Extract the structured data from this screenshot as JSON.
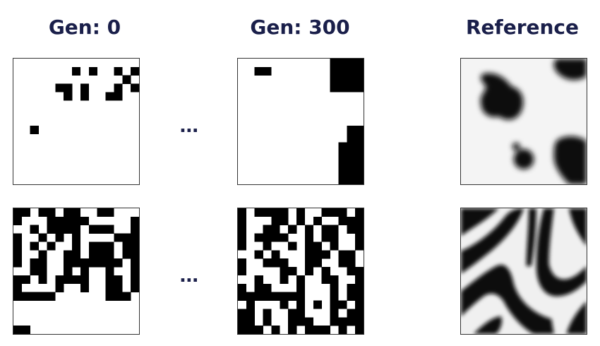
{
  "columns": {
    "gen0": "Gen: 0",
    "gen300": "Gen: 300",
    "reference": "Reference"
  },
  "ellipsis": "...",
  "rows": [
    {
      "gen0": [
        "000000000000000",
        "000000010100101",
        "000000000000010",
        "000001101000101",
        "000000101001100",
        "000000000000000",
        "000000000000000",
        "000000000000000",
        "001000000000000",
        "000000000000000",
        "000000000000000",
        "000000000000000",
        "000000000000000",
        "000000000000000",
        "000000000000000"
      ],
      "gen300": [
        "000000000001111",
        "001100000001111",
        "000000000001111",
        "000000000001111",
        "000000000000000",
        "000000000000000",
        "000000000000000",
        "000000000000000",
        "000000000000011",
        "000000000000011",
        "000000000000111",
        "000000000000111",
        "000000000000111",
        "000000000000111",
        "000000000000111"
      ]
    },
    {
      "gen0": [
        "110110110011000",
        "100011111000001",
        "001011110111001",
        "100101010000111",
        "101010010111011",
        "100100110111011",
        "101100111111101",
        "001100101001001",
        "110101111001101",
        "100001001001101",
        "111110000001110",
        "000000000000000",
        "000000000000000",
        "000000000000000",
        "110000000000000"
      ],
      "gen300": [
        "101111010011101",
        "100011010100111",
        "100110101011011",
        "101111001011001",
        "100100101101001",
        "001010001110110",
        "100111001100110",
        "100001101010011",
        "001001010011001",
        "101100010001011",
        "111111110001011",
        "010001010101101",
        "110100110001011",
        "110100111001111",
        "111010101110101"
      ]
    }
  ]
}
